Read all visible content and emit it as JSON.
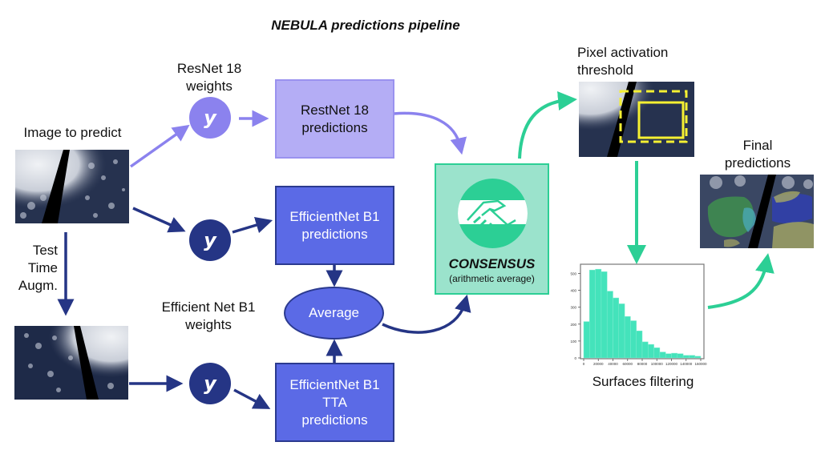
{
  "title": "NEBULA predictions pipeline",
  "labels": {
    "image_to_predict": "Image to predict",
    "resnet_weights": [
      "ResNet 18",
      "weights"
    ],
    "effnet_weights": [
      "Efficient Net B1",
      "weights"
    ],
    "tta": [
      "Test",
      "Time",
      "Augm."
    ],
    "pixel_threshold": [
      "Pixel activation",
      "threshold"
    ],
    "final_predictions": [
      "Final",
      "predictions"
    ],
    "surfaces_filtering": "Surfaces filtering"
  },
  "nodes": {
    "weight_symbol": "y",
    "resnet_predictions": [
      "RestNet 18",
      "predictions"
    ],
    "effnet_predictions": [
      "EfficientNet B1",
      "predictions"
    ],
    "effnet_tta_predictions": [
      "EfficientNet B1",
      "TTA",
      "predictions"
    ],
    "average": "Average",
    "consensus_title": "CONSENSUS",
    "consensus_subtitle": "(arithmetic average)"
  },
  "icons": {
    "consensus": "handshake-icon"
  },
  "colors": {
    "resnet_light": "#8b82ee",
    "resnet_box": "#b4adf5",
    "effnet_dark": "#253585",
    "effnet_box": "#5b6ae6",
    "consensus_fill": "#9be3cc",
    "consensus_border": "#2ccf95",
    "accent_green": "#2ccf95",
    "threshold_yellow": "#f5f032",
    "histogram_bar": "#44e3bb"
  },
  "chart_data": {
    "type": "bar",
    "title": "",
    "xlabel": "",
    "ylabel": "",
    "x_ticks": [
      "0",
      "20000",
      "40000",
      "60000",
      "80000",
      "100000",
      "120000",
      "140000",
      "160000"
    ],
    "y_ticks": [
      "0",
      "100",
      "200",
      "300",
      "400",
      "500"
    ],
    "xlim": [
      0,
      160000
    ],
    "ylim": [
      0,
      540
    ],
    "bin_width": 8000,
    "bin_starts": [
      0,
      8000,
      16000,
      24000,
      32000,
      40000,
      48000,
      56000,
      64000,
      72000,
      80000,
      88000,
      96000,
      104000,
      112000,
      120000,
      128000,
      136000,
      144000,
      152000
    ],
    "values": [
      215,
      520,
      525,
      510,
      395,
      355,
      320,
      245,
      220,
      160,
      95,
      80,
      60,
      35,
      25,
      28,
      25,
      15,
      15,
      10
    ]
  }
}
